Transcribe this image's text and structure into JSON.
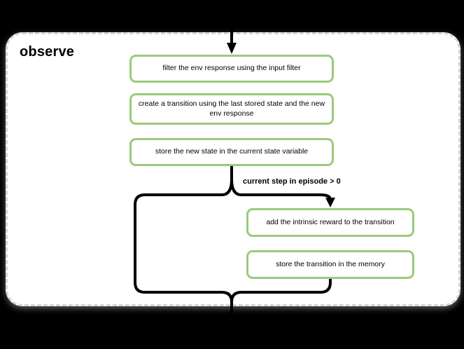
{
  "diagram": {
    "title": "observe",
    "nodes": [
      {
        "label": "filter the env response using the input filter"
      },
      {
        "label": "create a transition using the last stored state and the new env response"
      },
      {
        "label": "store the new state in the current state variable"
      },
      {
        "label": "add the intrinsic reward to the transition"
      },
      {
        "label": "store the transition in the memory"
      }
    ],
    "condition_label": "current step in episode > 0",
    "colors": {
      "page_bg": "#000000",
      "container_bg": "#ffffff",
      "container_border": "#d5d5d5",
      "node_border": "#9ACA7B",
      "flow_line": "#000000",
      "text": "#000000"
    }
  }
}
